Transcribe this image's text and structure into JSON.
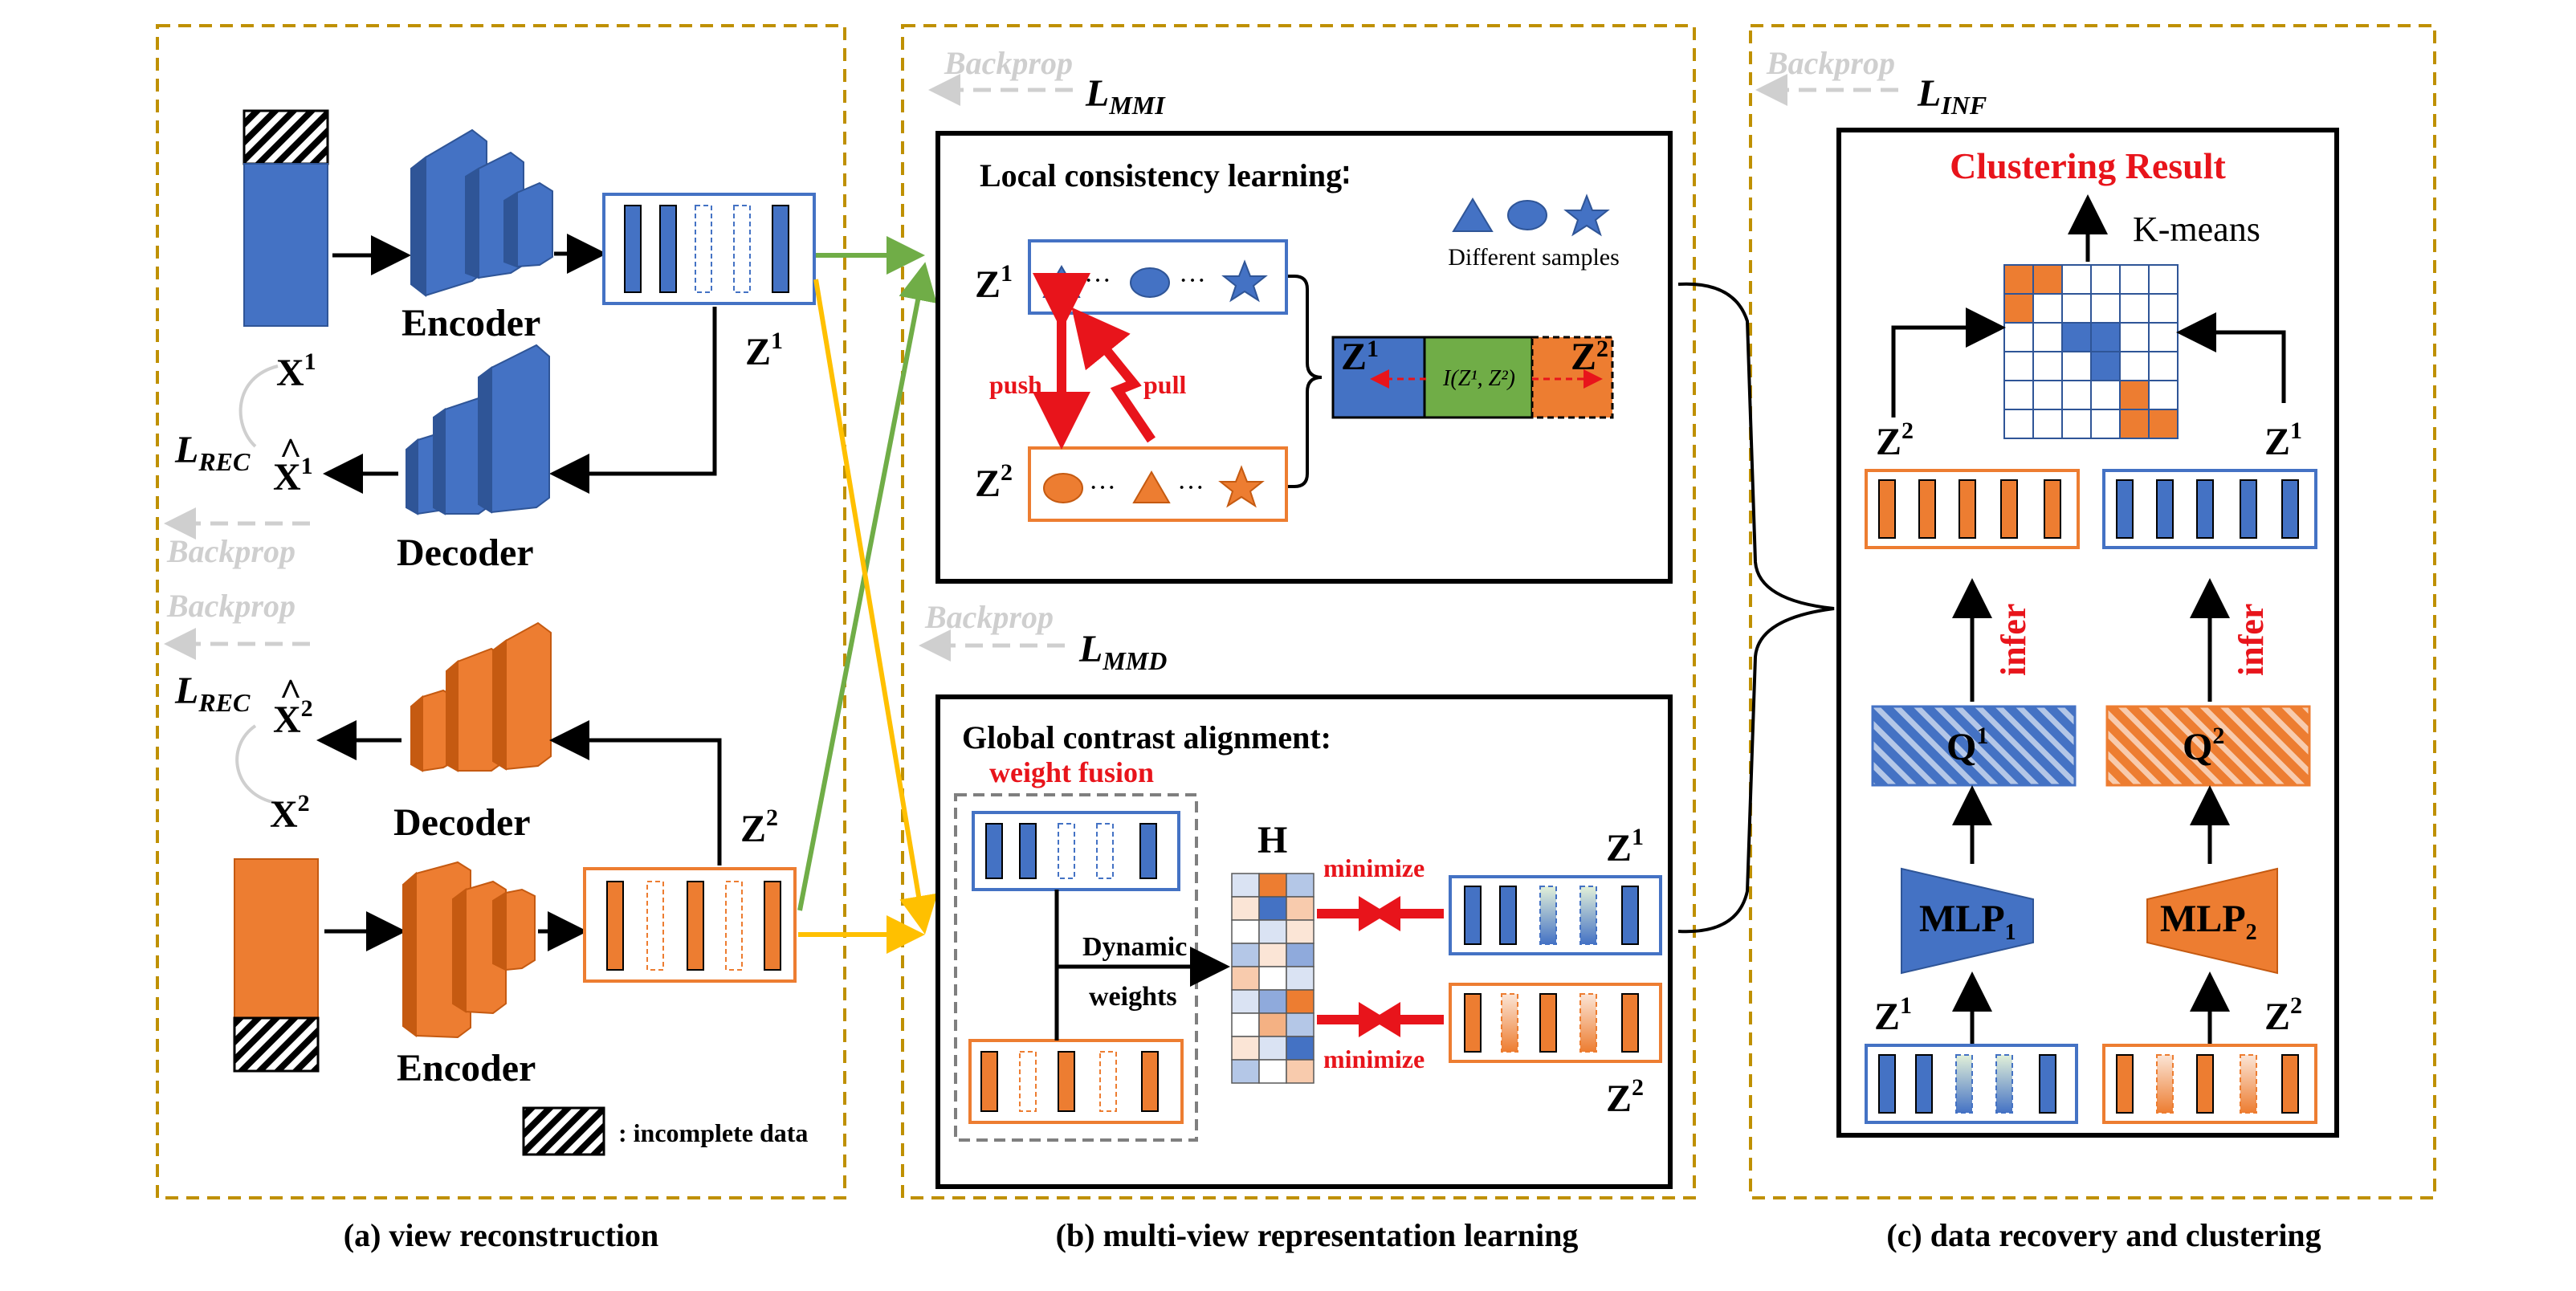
{
  "panels": {
    "a": {
      "caption": "(a) view reconstruction"
    },
    "b": {
      "caption": "(b) multi-view representation learning"
    },
    "c": {
      "caption": "(c) data recovery and clustering"
    }
  },
  "text": {
    "backprop": "Backprop",
    "encoder": "Encoder",
    "decoder": "Decoder",
    "x": "X",
    "z": "Z",
    "q": "Q",
    "h": "H",
    "loss_l": "L",
    "loss_rec_sub": "REC",
    "loss_mmi_sub": "MMI",
    "loss_mmd_sub": "MMD",
    "loss_inf_sub": "INF",
    "sup1": "1",
    "sup2": "2",
    "incomplete_data": ": incomplete data",
    "local_title": "Local consistency learning∶",
    "different_samples": "Different samples",
    "push": "push",
    "pull": "pull",
    "dots": "···",
    "mi": "I(Z¹, Z²)",
    "global_title": "Global contrast alignment:",
    "weight_fusion": "weight fusion",
    "dynamic": "Dynamic",
    "weights": "weights",
    "minimize": "minimize",
    "clustering_result": "Clustering Result",
    "kmeans": "K-means",
    "infer": "infer",
    "mlp": "MLP",
    "mlp_sub1": "1",
    "mlp_sub2": "2"
  },
  "colors": {
    "blue": "#4472c4",
    "orange": "#ed7d31",
    "green": "#70ad47",
    "yellow": "#ffc000",
    "red": "#e8141b",
    "panel_border": "#bf9000",
    "backprop_gray": "#cfcfcf"
  },
  "icons": [
    "hatch-pattern",
    "triangle-marker",
    "circle-marker",
    "star-marker"
  ]
}
